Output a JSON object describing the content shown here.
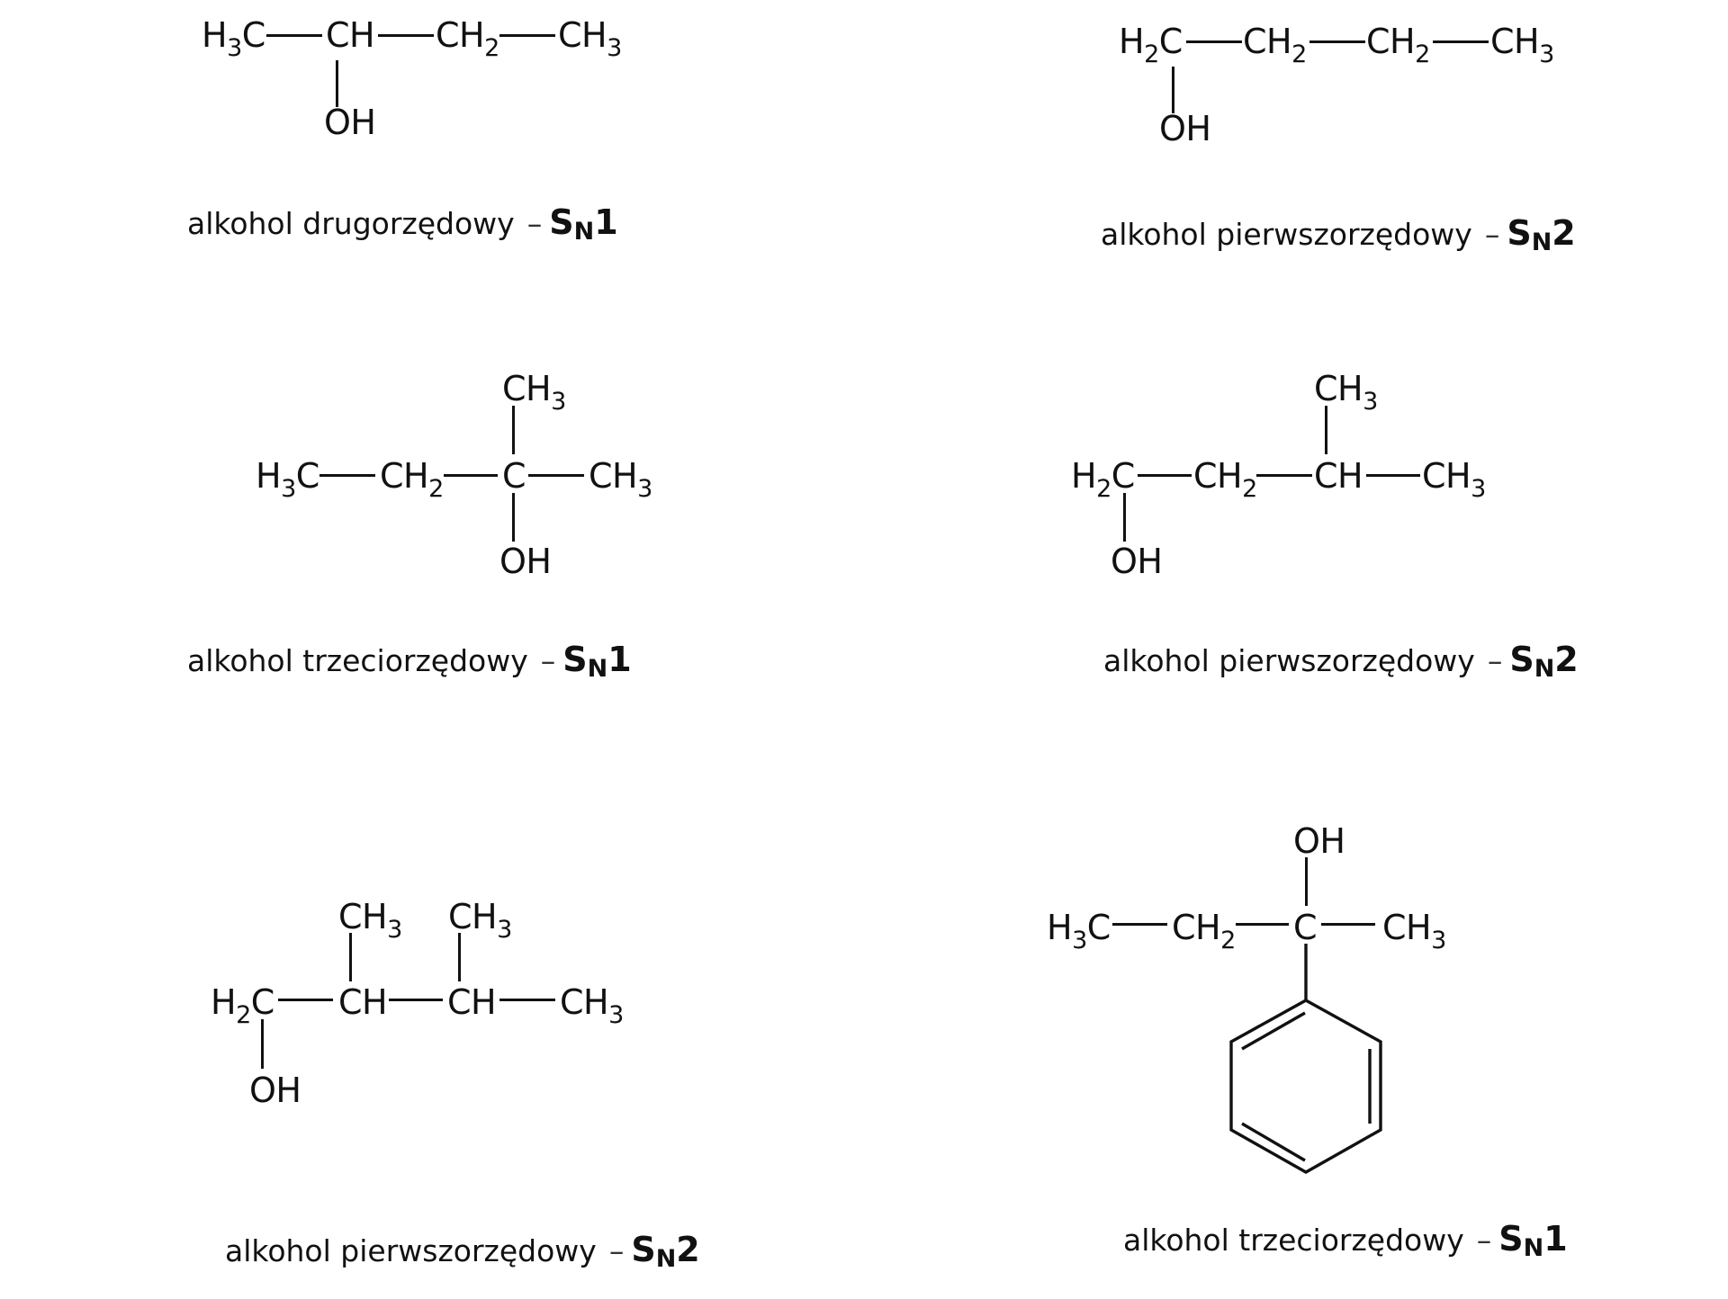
{
  "molecules": [
    {
      "id": "butan-2-ol",
      "atoms": {
        "a1": {
          "el": "H",
          "sub": "3",
          "tail": "C"
        },
        "a2": {
          "el": "CH",
          "sub": "",
          "tail": ""
        },
        "a3": {
          "el": "CH",
          "sub": "2",
          "tail": ""
        },
        "a4": {
          "el": "CH",
          "sub": "3",
          "tail": ""
        },
        "oh": {
          "el": "OH",
          "sub": "",
          "tail": ""
        }
      },
      "caption": {
        "text": "alkohol drugorzędowy",
        "dash": "–",
        "mech_s": "S",
        "mech_n": "N",
        "mech_num": "1"
      }
    },
    {
      "id": "butan-1-ol",
      "atoms": {
        "a1": {
          "el": "H",
          "sub": "2",
          "tail": "C"
        },
        "a2": {
          "el": "CH",
          "sub": "2",
          "tail": ""
        },
        "a3": {
          "el": "CH",
          "sub": "2",
          "tail": ""
        },
        "a4": {
          "el": "CH",
          "sub": "3",
          "tail": ""
        },
        "oh": {
          "el": "OH",
          "sub": "",
          "tail": ""
        }
      },
      "caption": {
        "text": "alkohol pierwszorzędowy",
        "dash": "–",
        "mech_s": "S",
        "mech_n": "N",
        "mech_num": "2"
      }
    },
    {
      "id": "2-methylbutan-2-ol",
      "atoms": {
        "top": {
          "el": "CH",
          "sub": "3",
          "tail": ""
        },
        "a1": {
          "el": "H",
          "sub": "3",
          "tail": "C"
        },
        "a2": {
          "el": "CH",
          "sub": "2",
          "tail": ""
        },
        "a3": {
          "el": "C",
          "sub": "",
          "tail": ""
        },
        "a4": {
          "el": "CH",
          "sub": "3",
          "tail": ""
        },
        "oh": {
          "el": "OH",
          "sub": "",
          "tail": ""
        }
      },
      "caption": {
        "text": "alkohol trzeciorzędowy",
        "dash": "–",
        "mech_s": "S",
        "mech_n": "N",
        "mech_num": "1"
      }
    },
    {
      "id": "3-methylbutan-1-ol",
      "atoms": {
        "top": {
          "el": "CH",
          "sub": "3",
          "tail": ""
        },
        "a1": {
          "el": "H",
          "sub": "2",
          "tail": "C"
        },
        "a2": {
          "el": "CH",
          "sub": "2",
          "tail": ""
        },
        "a3": {
          "el": "CH",
          "sub": "",
          "tail": ""
        },
        "a4": {
          "el": "CH",
          "sub": "3",
          "tail": ""
        },
        "oh": {
          "el": "OH",
          "sub": "",
          "tail": ""
        }
      },
      "caption": {
        "text": "alkohol pierwszorzędowy",
        "dash": "–",
        "mech_s": "S",
        "mech_n": "N",
        "mech_num": "2"
      }
    },
    {
      "id": "2,3-dimethylbutan-1-ol",
      "atoms": {
        "top1": {
          "el": "CH",
          "sub": "3",
          "tail": ""
        },
        "top2": {
          "el": "CH",
          "sub": "3",
          "tail": ""
        },
        "a1": {
          "el": "H",
          "sub": "2",
          "tail": "C"
        },
        "a2": {
          "el": "CH",
          "sub": "",
          "tail": ""
        },
        "a3": {
          "el": "CH",
          "sub": "",
          "tail": ""
        },
        "a4": {
          "el": "CH",
          "sub": "3",
          "tail": ""
        },
        "oh": {
          "el": "OH",
          "sub": "",
          "tail": ""
        }
      },
      "caption": {
        "text": "alkohol pierwszorzędowy",
        "dash": "–",
        "mech_s": "S",
        "mech_n": "N",
        "mech_num": "2"
      }
    },
    {
      "id": "2-phenylbutan-2-ol",
      "atoms": {
        "oh": {
          "el": "OH",
          "sub": "",
          "tail": ""
        },
        "a1": {
          "el": "H",
          "sub": "3",
          "tail": "C"
        },
        "a2": {
          "el": "CH",
          "sub": "2",
          "tail": ""
        },
        "a3": {
          "el": "C",
          "sub": "",
          "tail": ""
        },
        "a4": {
          "el": "CH",
          "sub": "3",
          "tail": ""
        }
      },
      "substituent": "benzene-ring",
      "caption": {
        "text": "alkohol trzeciorzędowy",
        "dash": "–",
        "mech_s": "S",
        "mech_n": "N",
        "mech_num": "1"
      }
    }
  ]
}
